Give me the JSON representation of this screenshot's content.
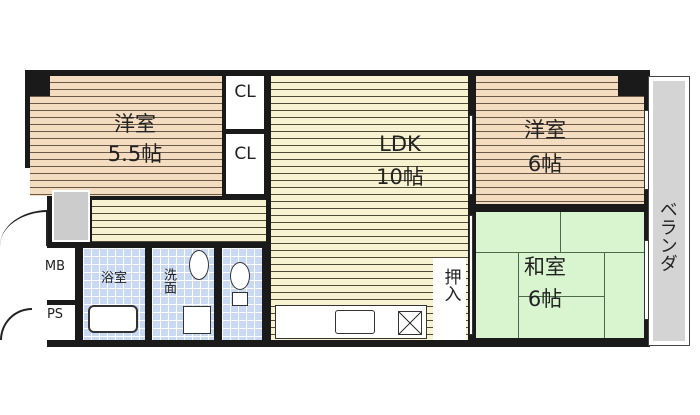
{
  "rooms": {
    "western_a": {
      "name": "洋室",
      "size": "5.5帖"
    },
    "closet_1": "CL",
    "closet_2": "CL",
    "ldk": {
      "name": "LDK",
      "size": "10帖"
    },
    "western_b": {
      "name": "洋室",
      "size": "6帖"
    },
    "japanese": {
      "name": "和室",
      "size": "6帖"
    },
    "oshiire": "押入",
    "bath": "浴室",
    "washroom": "洗面",
    "mb": "MB",
    "ps": "PS",
    "veranda": "ベランダ"
  },
  "colors": {
    "western": "#f3dcc0",
    "ldk": "#f7f2cf",
    "japanese": "#d8f5d0",
    "tiles": "#c9d9f2",
    "veranda": "#d4d4d4"
  }
}
